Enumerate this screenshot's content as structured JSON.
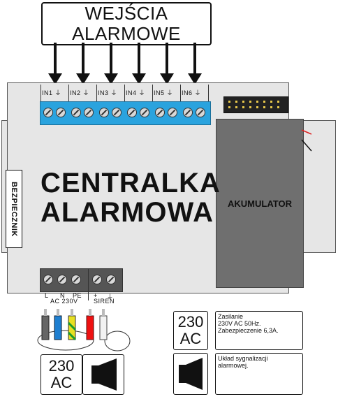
{
  "inputs_box": {
    "line1": "WEJŚCIA",
    "line2": "ALARMOWE"
  },
  "board": {
    "title_line1": "CENTRALKA",
    "title_line2": "ALARMOWA",
    "fuse_label": "BEZPIECZNIK",
    "battery_label": "AKUMULATOR"
  },
  "inputs": [
    {
      "label": "IN1",
      "ground": "⏚"
    },
    {
      "label": "IN2",
      "ground": "⏚"
    },
    {
      "label": "IN3",
      "ground": "⏚"
    },
    {
      "label": "IN4",
      "ground": "⏚"
    },
    {
      "label": "IN5",
      "ground": "⏚"
    },
    {
      "label": "IN6",
      "ground": "⏚"
    }
  ],
  "power_terminals": {
    "l": "L",
    "n": "N",
    "pe": "PE",
    "ac": "AC 230V",
    "plus": "+",
    "minus": "⏚",
    "siren": "SIREN"
  },
  "legend_top_left": {
    "line1": "230",
    "line2": "AC"
  },
  "legend_right": {
    "power_line1": "230",
    "power_line2": "AC",
    "power_desc1": "Zasilanie",
    "power_desc2": "230V AC 50Hz.",
    "power_desc3": "Zabezpieczenie 6,3A.",
    "siren_desc1": "Układ sygnalizacji",
    "siren_desc2": "alarmowej."
  },
  "colors": {
    "terminal_blue": "#2aa3de",
    "board_grey": "#e6e6e6",
    "battery_grey": "#6f6f6f"
  },
  "icons": [
    "siren-speaker-icon",
    "ground-icon",
    "screw-terminal-icon"
  ]
}
